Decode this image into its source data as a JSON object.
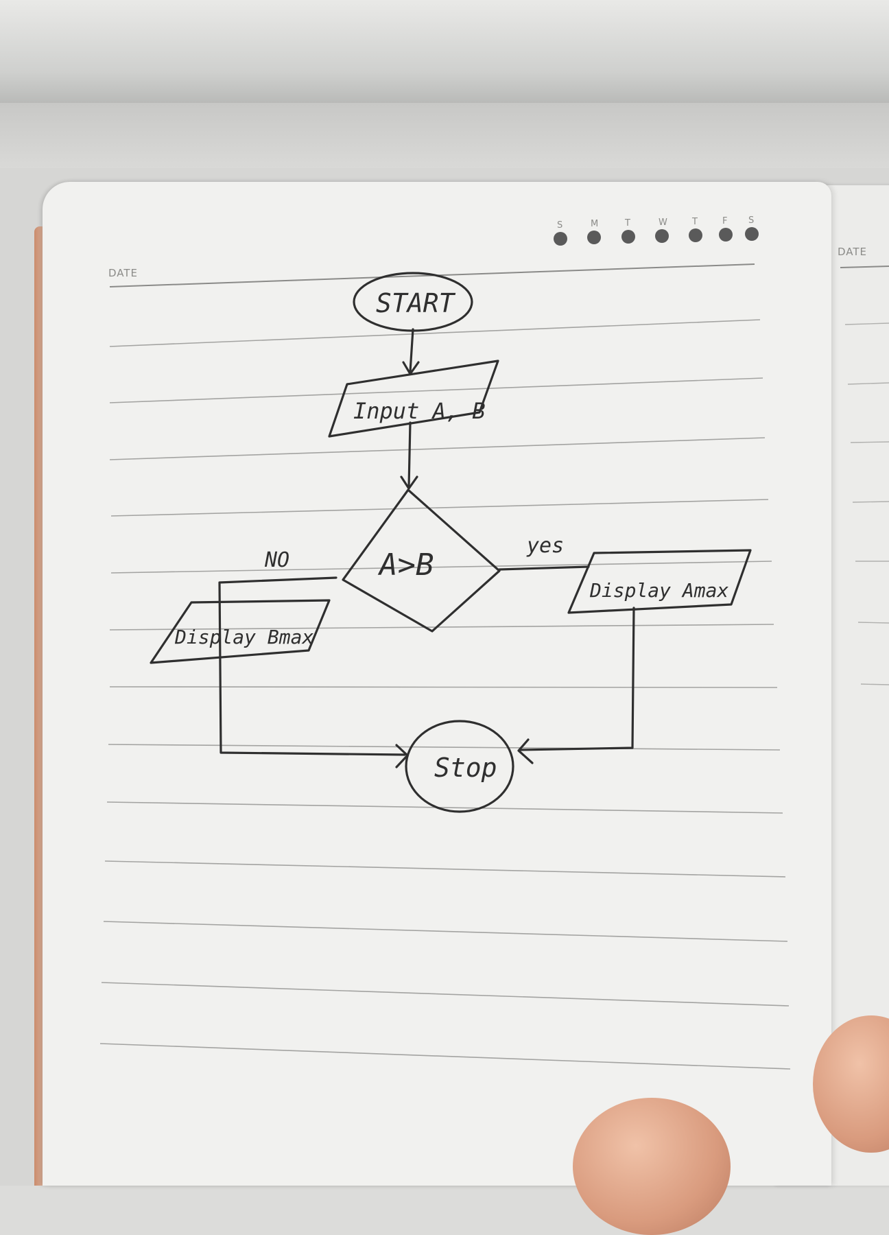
{
  "notebook": {
    "date_label": "DATE",
    "right_date_label": "DATE",
    "weekdays": [
      "S",
      "M",
      "T",
      "W",
      "T",
      "F",
      "S"
    ]
  },
  "flowchart": {
    "start": "START",
    "input": "Input A, B",
    "decision": "A>B",
    "yes_label": "yes",
    "no_label": "NO",
    "yes_output": "Display Amax",
    "no_output": "Display Bmax",
    "stop": "Stop"
  },
  "colors": {
    "ink": "#2f2f2f",
    "page": "#f1f1ef",
    "rule_line": "#9a9a98",
    "dot": "#5a5a5a"
  }
}
